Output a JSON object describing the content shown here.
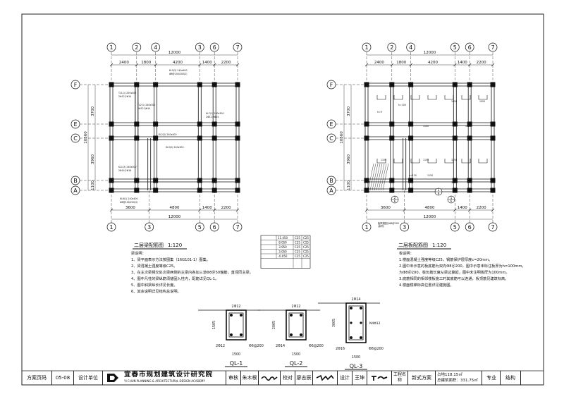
{
  "left_plan": {
    "axes_top": [
      "1",
      "2",
      "4",
      "3",
      "6",
      "7"
    ],
    "axes_bottom": [
      "1",
      "3",
      "5",
      "6",
      "7"
    ],
    "axes_side": [
      "F",
      "E",
      "C",
      "B",
      "A"
    ],
    "dims_top": [
      "2400",
      "1800",
      "4200",
      "1400",
      "2200"
    ],
    "total_top": "12000",
    "dims_bottom": [
      "3600",
      "4800",
      "1400",
      "2200"
    ],
    "total_bottom": "12000",
    "dims_side": [
      "3700",
      "3960",
      "1100"
    ],
    "total_side": "10560",
    "title": "二层梁配筋图",
    "scale": "1:120",
    "notes_header": "梁说明：",
    "notes": [
      "1、梁平面表示方法按图集（16G101-1）图集。",
      "2、梁混凝土强度等级C25。",
      "3、在主次梁相交处次梁两侧的主梁内各加三道Φ8＠50箍筋，直径同主梁。",
      "4、图中凡柱的梁纵筋须锚固入柱内，配筋详见QL-1。",
      "5、图中斜梁纵长详见长度。",
      "6、其余说明详见结构总说明。"
    ]
  },
  "right_plan": {
    "axes_top": [
      "1",
      "2",
      "4",
      "5",
      "6",
      "7"
    ],
    "axes_bottom": [
      "1",
      "3",
      "5",
      "6",
      "7"
    ],
    "axes_side": [
      "F",
      "E",
      "C",
      "B",
      "A"
    ],
    "dims_top": [
      "2400",
      "1800",
      "4200",
      "1400",
      "2200"
    ],
    "total_top": "12000",
    "dims_bottom": [
      "3600",
      "4800",
      "1400",
      "2200"
    ],
    "total_bottom": "12000",
    "dims_side": [
      "3700",
      "3960",
      "1100"
    ],
    "total_side": "10560",
    "title": "二层板配筋图",
    "scale": "1:120",
    "notes_header": "板说明：",
    "notes": [
      "1.楼面混凝土强度等级C25，钢筋保护层厚度c=20mm。",
      "2.图中未示意的板底筋为双向Φ8＠200，图中示意未标注板厚为h=100mm，",
      "  为Φ8＠200，板负筋长度从梁边算起，图中未注明板厚为100mm。",
      "3.底筋相同的相邻楼板施工时其底筋可以连通，板顶筋见建筑标高。",
      "4.楼面楼梯标高位置详见建施图。"
    ]
  },
  "level_table": {
    "rows": [
      [
        "11.450",
        "C25",
        "C25"
      ],
      [
        "8.050",
        "C25",
        "C25"
      ],
      [
        "3.950",
        "C25",
        "C25"
      ],
      [
        "3.050",
        "C25",
        "C25"
      ],
      [
        "-0.050",
        "C25",
        "C25"
      ]
    ]
  },
  "sections": [
    {
      "label": "QL-1",
      "top": "2Φ12",
      "bottom": "2Φ12",
      "stirrup": "Φ6@200",
      "width": "1500",
      "height": "1505"
    },
    {
      "label": "QL-2",
      "top": "2Φ12",
      "bottom": "2Φ14",
      "stirrup": "Φ6@200",
      "width": "1500",
      "height": "2005"
    },
    {
      "label": "QL-3",
      "top": "2Φ14",
      "bottom": "2Φ16",
      "stirrup": "Φ8@200",
      "side": "N4Φ12",
      "width": "1500",
      "height": "3005"
    }
  ],
  "title_block": {
    "scheme_label": "方案页码",
    "scheme_value": "05-08",
    "design_unit_label": "设计单位",
    "company_cn": "宜春市规划建筑设计研究院",
    "company_en": "YI CHUN PLANNING & ARCHITECTURAL DESIGN ACADEMY",
    "review_label": "审核",
    "review_name": "朱木根",
    "check_label": "校对",
    "check_name": "廖志辰",
    "design_label": "设计",
    "design_name": "王坤",
    "project_label": "工程名称",
    "project_value": "新式方案",
    "area1": "占地118.15㎡",
    "area2": "总建筑面积：331.75㎡",
    "discipline_label": "专业",
    "discipline_value": "结构"
  }
}
